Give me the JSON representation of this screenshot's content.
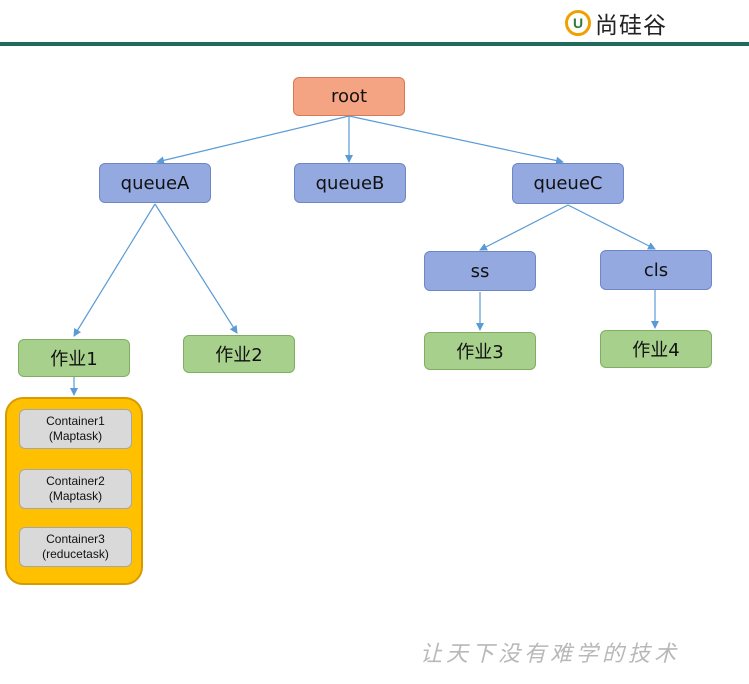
{
  "header": {
    "logo_mark": "U",
    "brand": "尚硅谷"
  },
  "diagram": {
    "root": "root",
    "queues": {
      "a": "queueA",
      "b": "queueB",
      "c": "queueC",
      "ss": "ss",
      "cls": "cls"
    },
    "jobs": {
      "j1": "作业1",
      "j2": "作业2",
      "j3": "作业3",
      "j4": "作业4"
    },
    "containers": [
      {
        "name": "Container1",
        "task": "(Maptask)"
      },
      {
        "name": "Container2",
        "task": "(Maptask)"
      },
      {
        "name": "Container3",
        "task": "(reducetask)"
      }
    ]
  },
  "footer": {
    "slogan": "让天下没有难学的技术"
  },
  "colors": {
    "root": "#f4a482",
    "queue": "#93a9e0",
    "job": "#a8d08d",
    "container_group": "#ffc000",
    "container": "#d9d9d9",
    "edge": "#5b9bd5",
    "rule": "#1f6b5b"
  }
}
